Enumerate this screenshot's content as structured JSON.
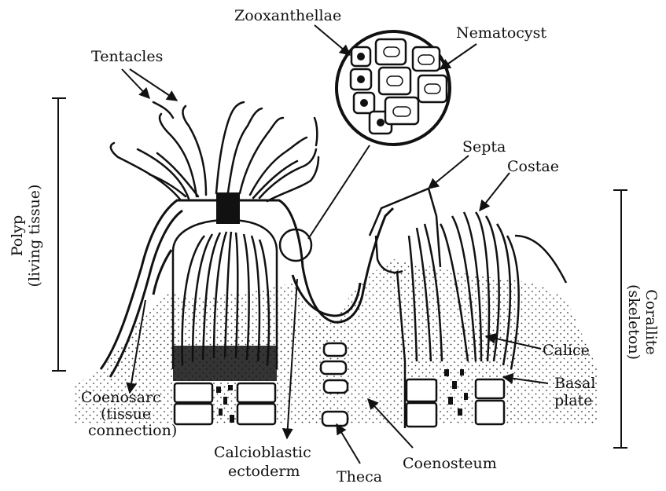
{
  "labels": {
    "zooxanthellae": "Zooxanthellae",
    "nematocyst": "Nematocyst",
    "tentacles": "Tentacles",
    "septa": "Septa",
    "costae": "Costae",
    "polyp": "Polyp",
    "polyp_sub": "(living tissue)",
    "corallite": "Corallite",
    "corallite_sub": "(skeleton)",
    "calice": "Calice",
    "basal_1": "Basal",
    "basal_2": "plate",
    "coenosarc_1": "Coenosarc",
    "coenosarc_2": "(tissue",
    "coenosarc_3": "connection)",
    "calcio_1": "Calcioblastic",
    "calcio_2": "ectoderm",
    "theca": "Theca",
    "coenosteum": "Coenosteum"
  },
  "colors": {
    "ink": "#111111",
    "paper": "#ffffff"
  }
}
